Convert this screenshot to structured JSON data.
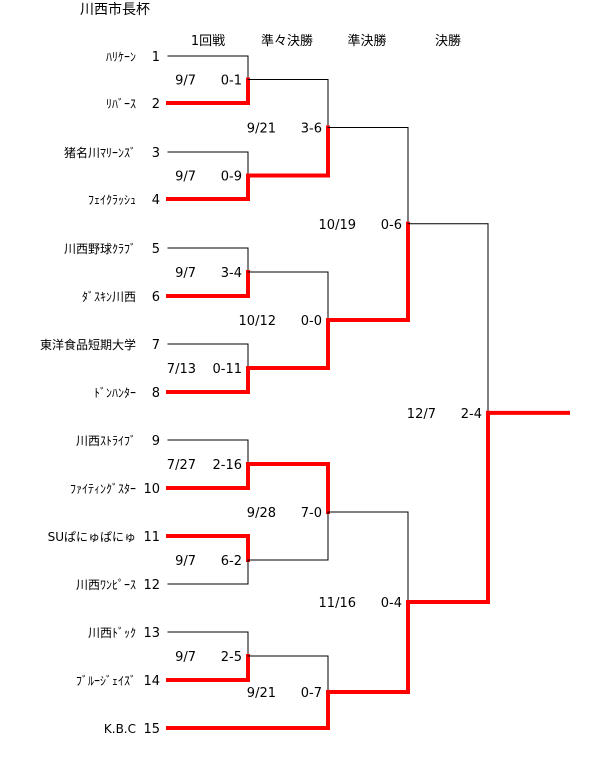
{
  "title": "川西市長杯",
  "rounds": [
    "1回戦",
    "準々決勝",
    "準決勝",
    "決勝"
  ],
  "colors": {
    "win": "#ff0000",
    "lose": "#000000"
  },
  "teams": [
    {
      "seed": "1",
      "name": "ﾊﾘｹｰﾝ"
    },
    {
      "seed": "2",
      "name": "ﾘﾊﾞｰｽ"
    },
    {
      "seed": "3",
      "name": "猪名川ﾏﾘｰﾝｽﾞ"
    },
    {
      "seed": "4",
      "name": "ﾌｪｲｸﾗｯｼｭ"
    },
    {
      "seed": "5",
      "name": "川西野球ｸﾗﾌﾞ"
    },
    {
      "seed": "6",
      "name": "ﾀﾞｽｷﾝ川西"
    },
    {
      "seed": "7",
      "name": "東洋食品短期大学"
    },
    {
      "seed": "8",
      "name": "ﾄﾞﾝﾊﾝﾀｰ"
    },
    {
      "seed": "9",
      "name": "川西ｽﾄﾗｲﾌﾞ"
    },
    {
      "seed": "10",
      "name": "ﾌｧｲﾃｨﾝｸﾞｽﾀｰ"
    },
    {
      "seed": "11",
      "name": "SUぱにゅぱにゅ"
    },
    {
      "seed": "12",
      "name": "川西ﾜﾝﾋﾟｰｽ"
    },
    {
      "seed": "13",
      "name": "川西ﾄﾞｯｸ"
    },
    {
      "seed": "14",
      "name": "ﾌﾞﾙｰｼﾞｪｲｽﾞ"
    },
    {
      "seed": "15",
      "name": "K.B.C"
    }
  ],
  "matches": [
    {
      "round": 1,
      "date": "9/7",
      "score": "0-1",
      "winner": "bottom"
    },
    {
      "round": 1,
      "date": "9/7",
      "score": "0-9",
      "winner": "bottom"
    },
    {
      "round": 1,
      "date": "9/7",
      "score": "3-4",
      "winner": "bottom"
    },
    {
      "round": 1,
      "date": "7/13",
      "score": "0-11",
      "winner": "bottom"
    },
    {
      "round": 1,
      "date": "7/27",
      "score": "2-16",
      "winner": "bottom"
    },
    {
      "round": 1,
      "date": "9/7",
      "score": "6-2",
      "winner": "top"
    },
    {
      "round": 1,
      "date": "9/7",
      "score": "2-5",
      "winner": "bottom"
    },
    {
      "round": 2,
      "date": "9/21",
      "score": "3-6",
      "winner": "bottom"
    },
    {
      "round": 2,
      "date": "10/12",
      "score": "0-0",
      "winner": "bottom"
    },
    {
      "round": 2,
      "date": "9/28",
      "score": "7-0",
      "winner": "top"
    },
    {
      "round": 2,
      "date": "9/21",
      "score": "0-7",
      "winner": "bottom"
    },
    {
      "round": 3,
      "date": "10/19",
      "score": "0-6",
      "winner": "bottom"
    },
    {
      "round": 3,
      "date": "11/16",
      "score": "0-4",
      "winner": "bottom"
    },
    {
      "round": 4,
      "date": "12/7",
      "score": "2-4",
      "winner": "bottom"
    }
  ]
}
